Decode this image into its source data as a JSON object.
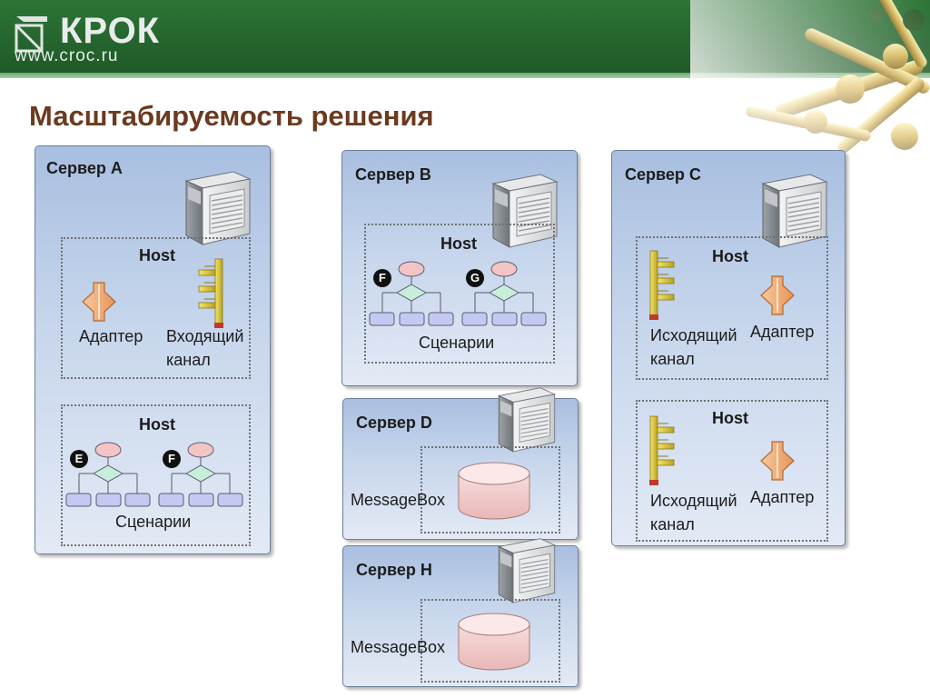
{
  "header": {
    "logo_name": "КРОК",
    "logo_url": "www.croc.ru"
  },
  "title": "Масштабируемость решения",
  "servers": {
    "a": {
      "label": "Сервер A",
      "host1": {
        "title": "Host",
        "adapter": "Адаптер",
        "channel_line1": "Входящий",
        "channel_line2": "канал"
      },
      "host2": {
        "title": "Host",
        "badge1": "E",
        "badge2": "F",
        "caption": "Сценарии"
      }
    },
    "b": {
      "label": "Сервер B",
      "host": {
        "title": "Host",
        "badge1": "F",
        "badge2": "G",
        "caption": "Сценарии"
      }
    },
    "c": {
      "label": "Сервер C",
      "host1": {
        "title": "Host",
        "channel_line1": "Исходящий",
        "channel_line2": "канал",
        "adapter": "Адаптер"
      },
      "host2": {
        "title": "Host",
        "channel_line1": "Исходящий",
        "channel_line2": "канал",
        "adapter": "Адаптер"
      }
    },
    "d": {
      "label": "Сервер D",
      "messagebox": "MessageBox"
    },
    "h": {
      "label": "Сервер H",
      "messagebox": "MessageBox"
    }
  },
  "colors": {
    "header_green": "#276a30",
    "title_brown": "#6b3a1f",
    "server_blue": "#a9bfe0",
    "channel_yellow": "#e6d23c",
    "adapter_orange": "#f4b27a",
    "start_node_pink": "#f3c4c4",
    "decision_green": "#c6eed9",
    "task_lavender": "#c4c9f2",
    "database_pink": "#f4cccc"
  },
  "icons": [
    "server-tower-icon",
    "adapter-arrows-icon",
    "channel-bar-icon",
    "workflow-icon",
    "database-icon"
  ]
}
